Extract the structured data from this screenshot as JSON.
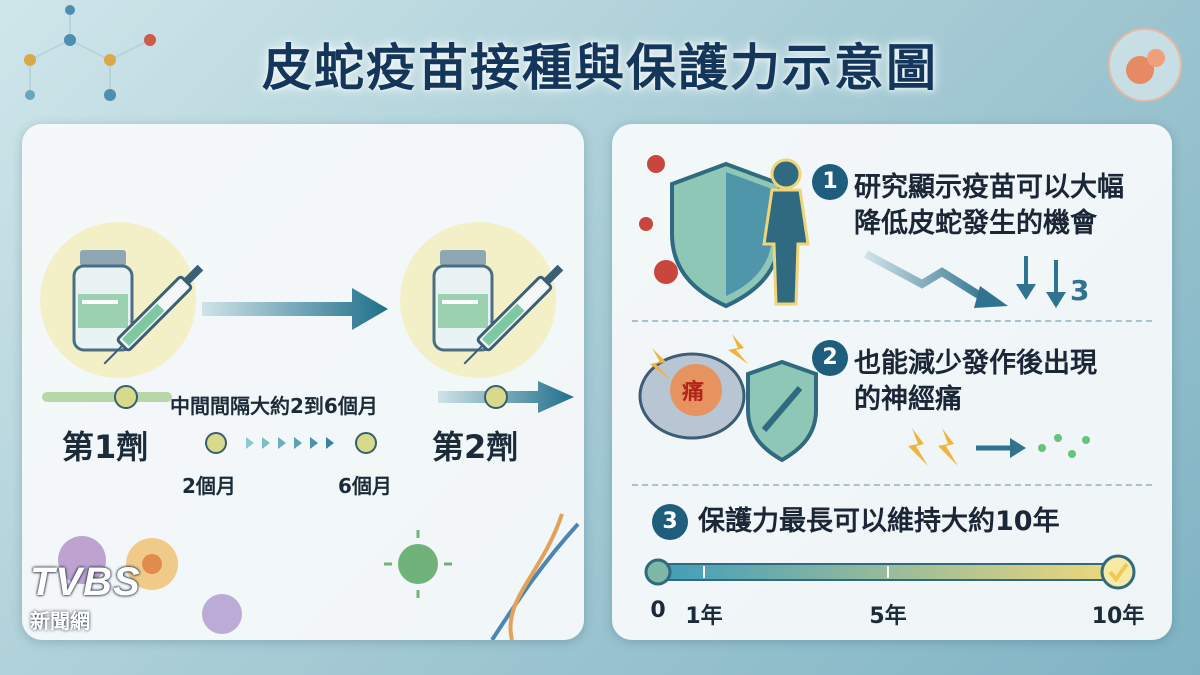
{
  "title": "皮蛇疫苗接種與保護力示意圖",
  "left_panel": {
    "dose1_label": "第1劑",
    "dose2_label": "第2劑",
    "interval_label": "中間間隔大約2到6個月",
    "interval_start": "2個月",
    "interval_end": "6個月"
  },
  "right_panel": {
    "items": [
      {
        "number": "1",
        "line1": "研究顯示疫苗可以大幅",
        "line2": "降低皮蛇發生的機會",
        "pain_char": ""
      },
      {
        "number": "2",
        "line1": "也能減少發作後出現",
        "line2": "的神經痛",
        "pain_char": "痛"
      },
      {
        "number": "3",
        "line1": "保護力最長可以維持大約10年",
        "line2": "",
        "pain_char": ""
      }
    ],
    "decrease_mark": "3",
    "timeline_ticks": [
      "0",
      "1年",
      "5年",
      "10年"
    ],
    "timeline_values": [
      0,
      1,
      5,
      10
    ]
  },
  "logo": {
    "brand": "TVBS",
    "subtitle": "新聞網"
  },
  "colors": {
    "title": "#13365a",
    "accent": "#1f5d7c",
    "arrow": "#1f6f8b",
    "timeline_start": "#3f9dbb",
    "timeline_end": "#f0d97a",
    "check": "#f2c94c"
  }
}
